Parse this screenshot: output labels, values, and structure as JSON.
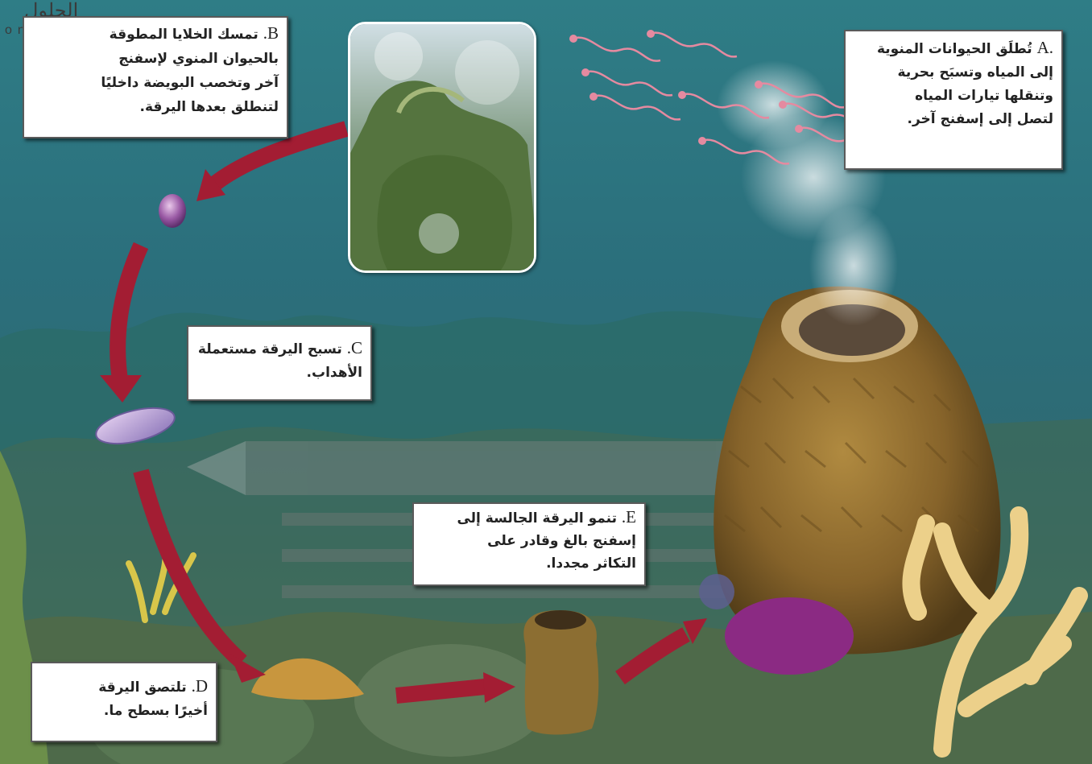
{
  "logo": {
    "arabic": "الحلول",
    "latin": "online"
  },
  "labels": {
    "A": {
      "letter": "A.",
      "lines": [
        "تُطلَق الحيوانات المنوية",
        "إلى المياه وتسبَح بحرية",
        "وتنقلها تيارات المياه",
        "لتصل إلى إسفنج آخر."
      ]
    },
    "B": {
      "letter": "B.",
      "lines": [
        "تمسك الخلايا المطوقة",
        "بالحيوان المنوي لإسفنج",
        "آخر وتخصب البويضة داخليًا",
        "لتنطلق بعدها اليرقة."
      ]
    },
    "C": {
      "letter": "C.",
      "lines": [
        "تسبح اليرقة مستعملة",
        "الأهداب."
      ]
    },
    "D": {
      "letter": "D.",
      "lines": [
        "تلتصق اليرقة",
        "أخيرًا بسطح ما."
      ]
    },
    "E": {
      "letter": "E.",
      "lines": [
        "تنمو اليرقة الجالسة إلى",
        "إسفنج بالغ وقادر على",
        "التكاثر مجددا."
      ]
    }
  },
  "colors": {
    "arrow": "#a31d33",
    "water": "#2e6f7b",
    "sponge": "#8a6a2a",
    "label_border": "#5a5a5a"
  }
}
